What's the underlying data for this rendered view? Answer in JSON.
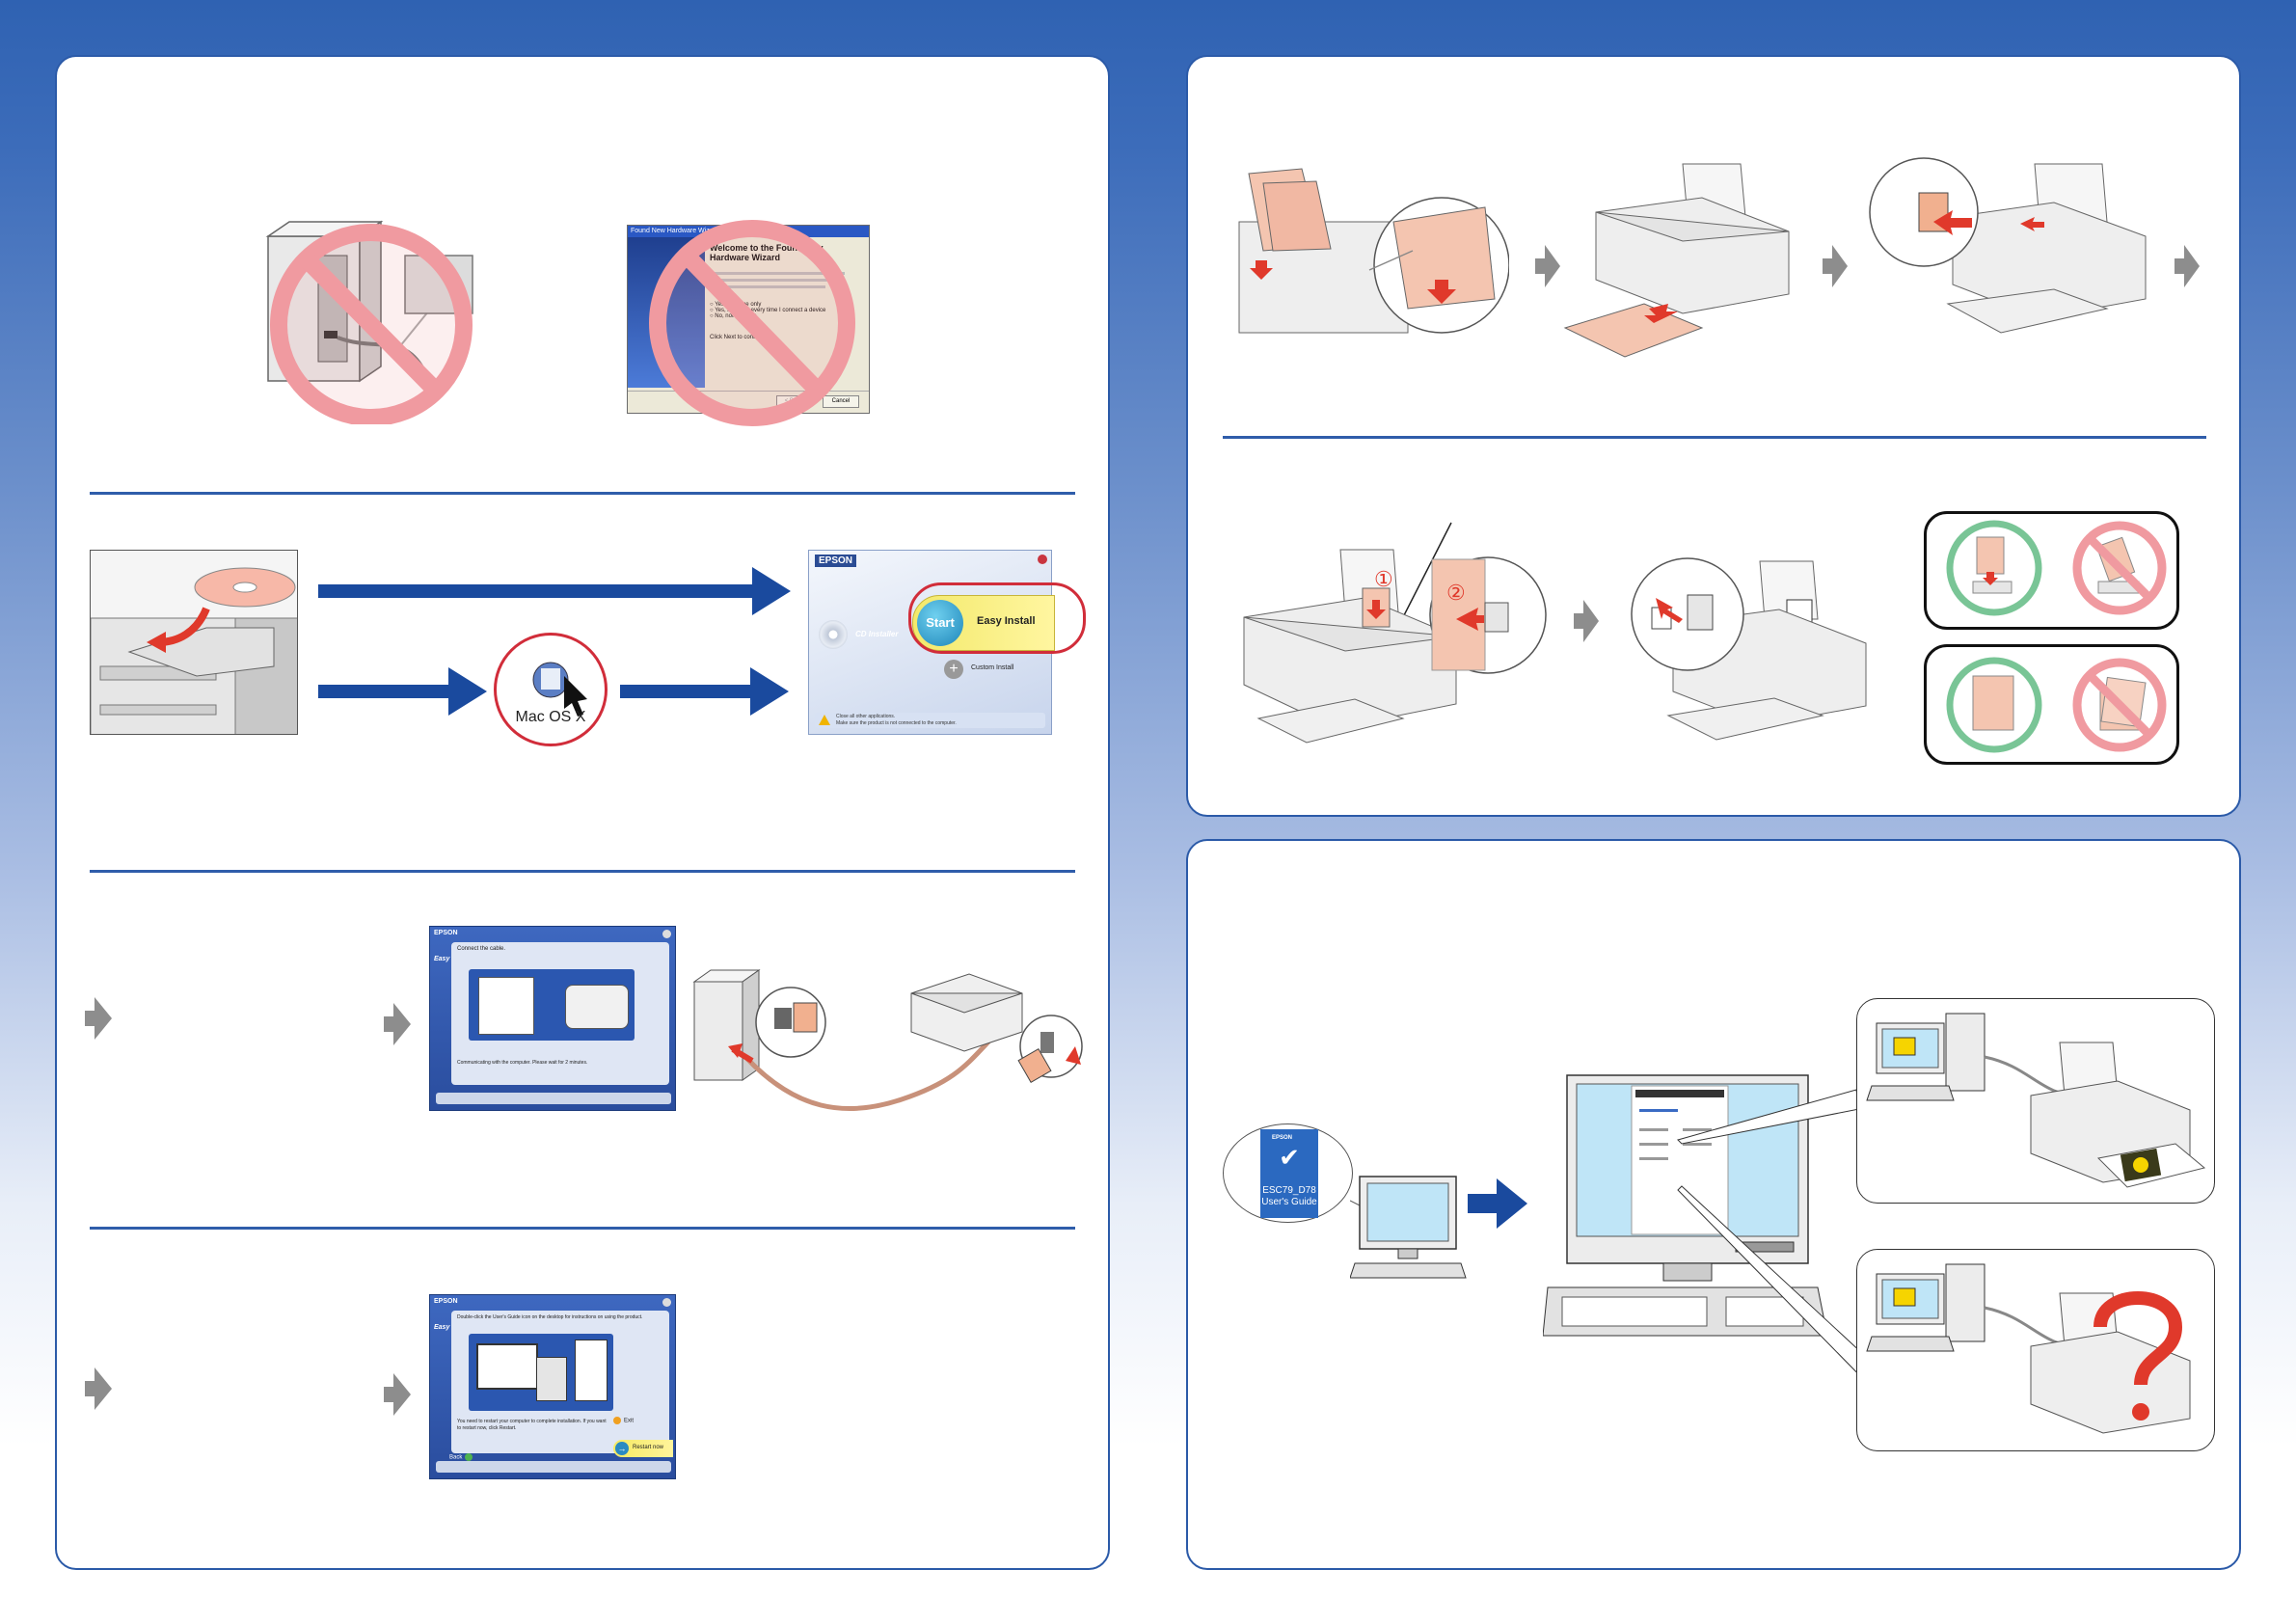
{
  "wizard": {
    "title": "Found New Hardware Wizard",
    "heading_l1": "Welcome to the Found New",
    "heading_l2": "Hardware Wizard",
    "option1": "Yes, this time only",
    "option2": "Yes, now and every time I connect a device",
    "option3": "No, not this time",
    "continue_text": "Click Next to continue.",
    "back_label": "< Back",
    "cancel_label": "Cancel"
  },
  "installer": {
    "brand": "EPSON",
    "cd_label": "CD Installer",
    "start_label": "Start",
    "easy_install_label": "Easy Install",
    "custom_install_label": "Custom Install",
    "warning_l1": "Close all other applications.",
    "warning_l2": "Make sure the product is not connected to the computer."
  },
  "mac": {
    "label": "Mac OS X"
  },
  "connect_screen": {
    "brand": "EPSON",
    "tab": "Easy",
    "instruction": "Connect the cable.",
    "status": "Communicating with the computer. Please wait for 2 minutes."
  },
  "finish_screen": {
    "brand": "EPSON",
    "tab": "Easy",
    "instruction": "Double-click the User's Guide icon on the desktop for instructions on using the product.",
    "restart_note": "You need to restart your computer to complete installation. If you want to restart now, click Restart.",
    "exit_label": "Exit",
    "back_label": "Back",
    "restart_label": "Restart now"
  },
  "paper": {
    "step1": "①",
    "step2": "②"
  },
  "guide": {
    "brand": "EPSON",
    "icon_label_l1": "ESC79_D78",
    "icon_label_l2": "User's Guide"
  }
}
